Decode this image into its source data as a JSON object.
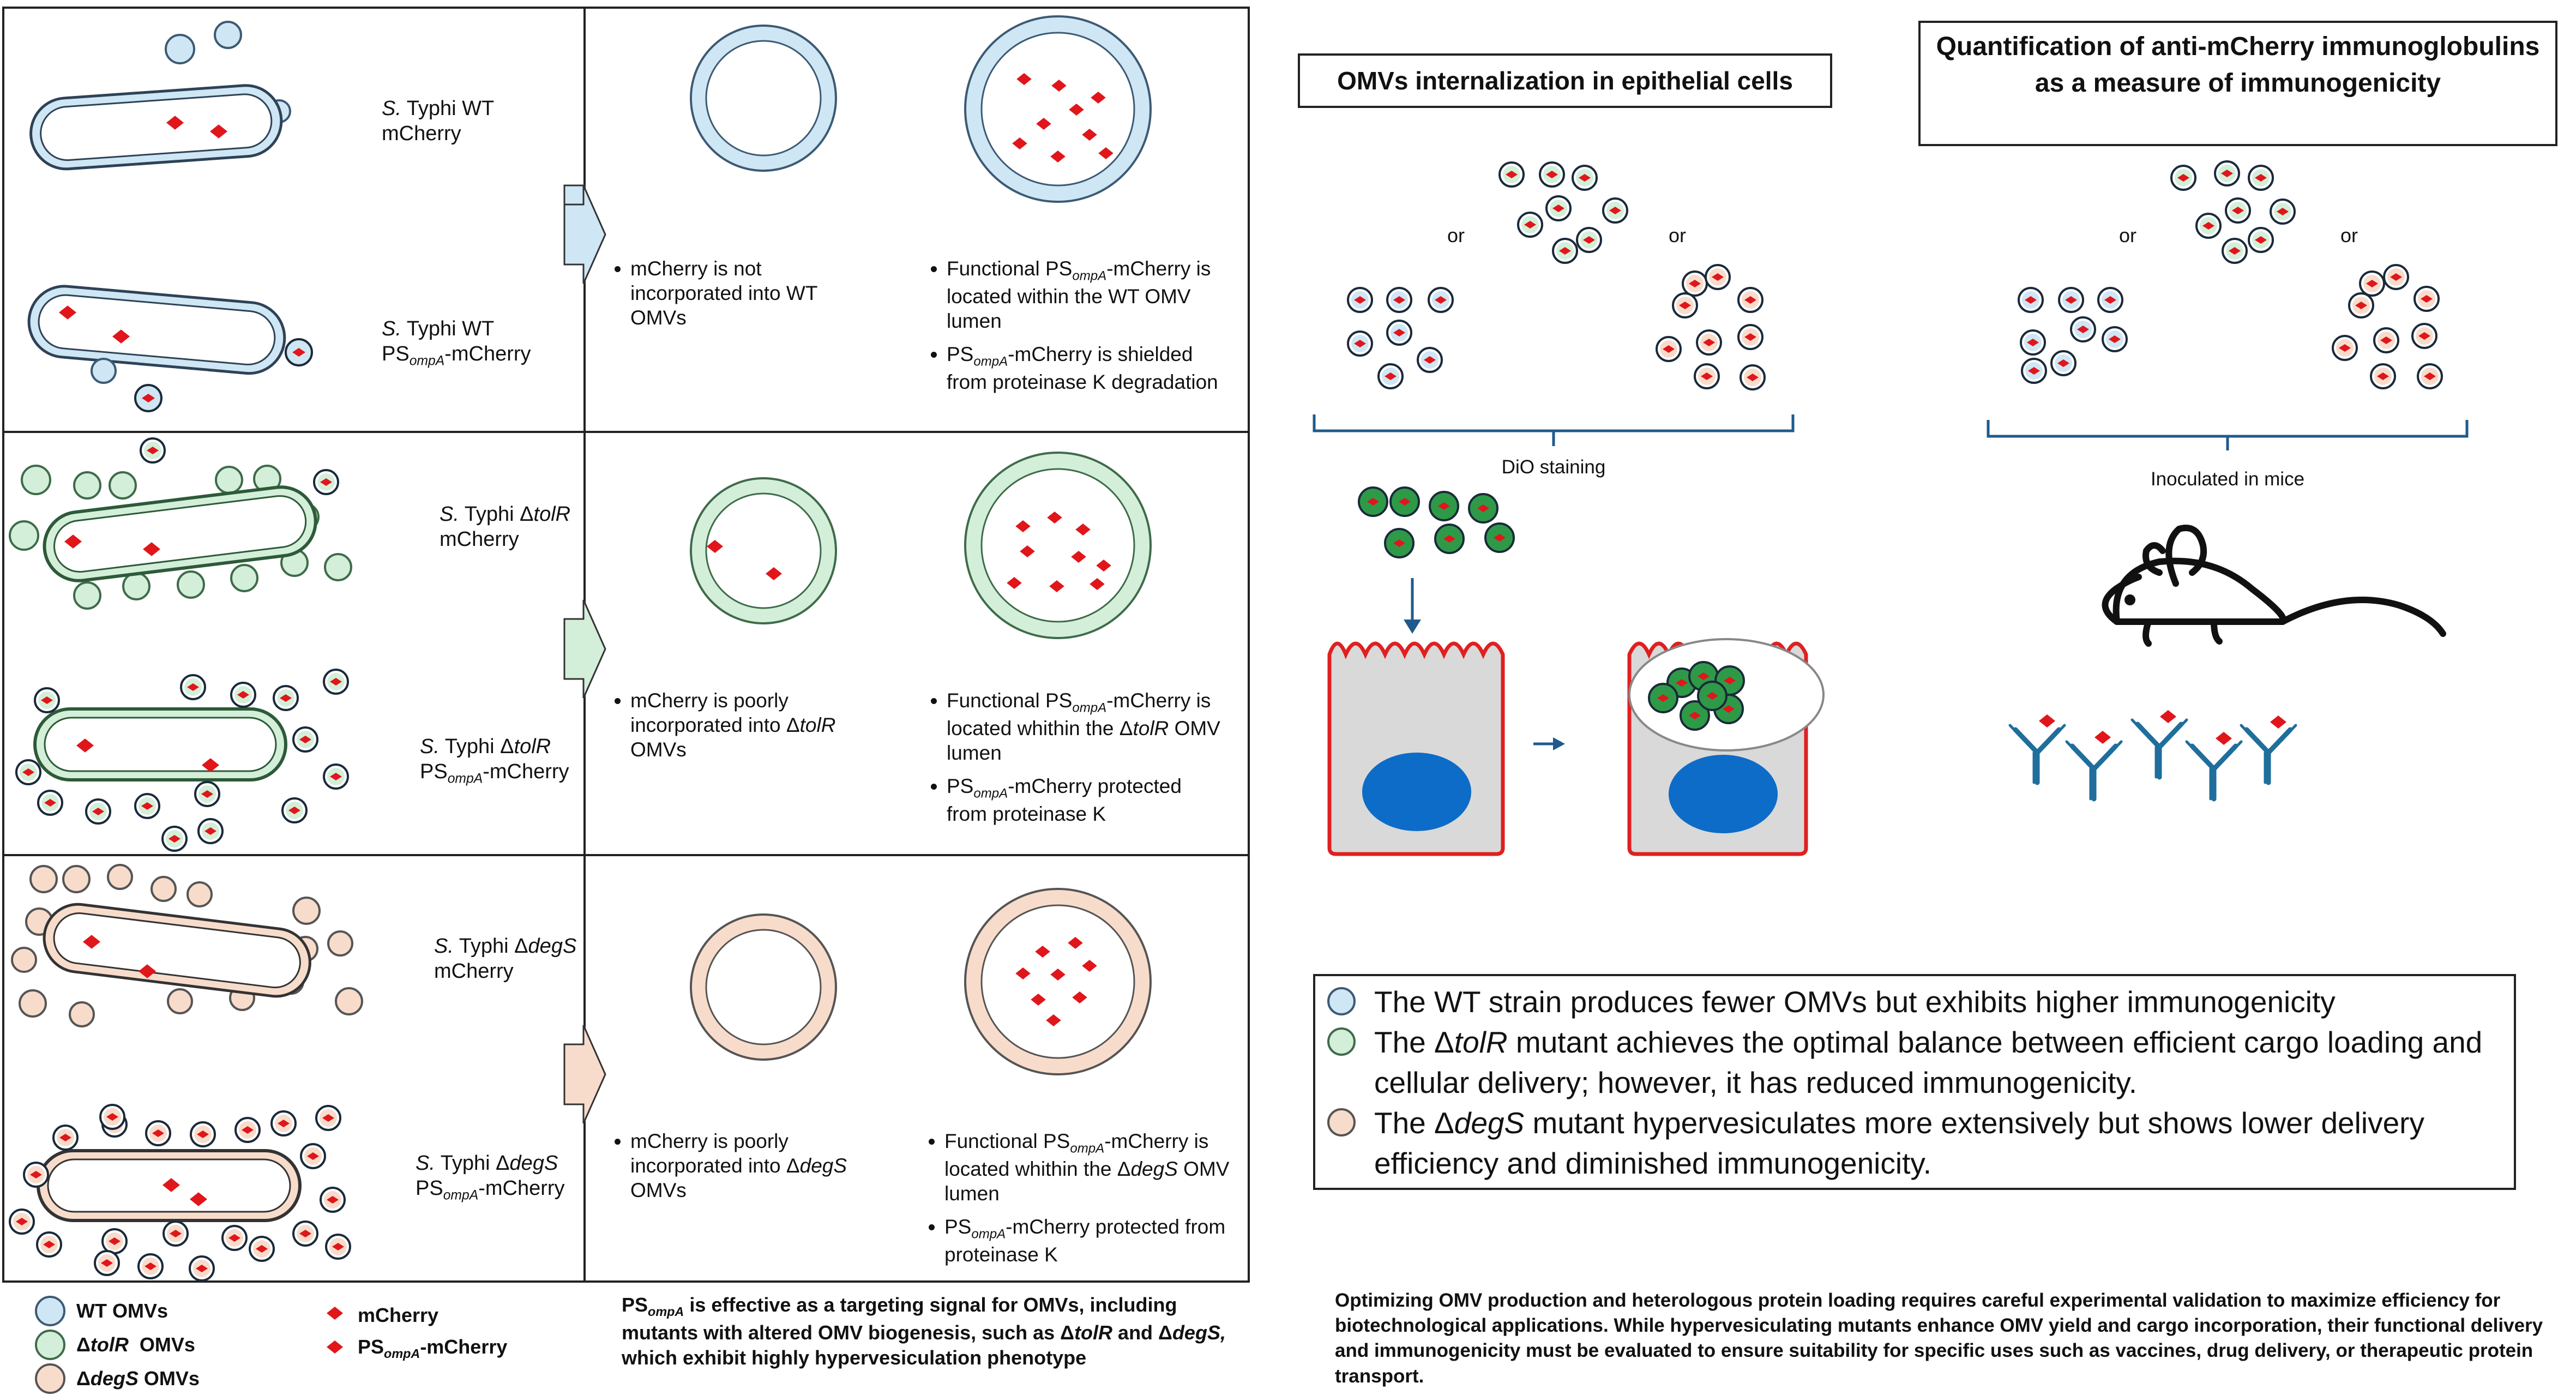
{
  "colors": {
    "wt_fill": "#cfe6f5",
    "wt_stroke": "#3d5a73",
    "tolr_fill": "#d4efd9",
    "tolr_stroke": "#3f6b4a",
    "degs_fill": "#f8dccb",
    "degs_stroke": "#555555",
    "mcherry": "#e0161b",
    "cell_border": "#e02020",
    "cell_fill": "#d9d9d9",
    "nucleus": "#0d6cc7",
    "dio_green": "#2e9a48",
    "antibody": "#1f6e9c"
  },
  "left_panel": {
    "rows": [
      {
        "strain_a": {
          "italic": "S.",
          "rest": " Typhi WT",
          "line2": "mCherry"
        },
        "strain_b": {
          "italic": "S.",
          "rest": " Typhi WT",
          "ps": "PS",
          "ps_sub": "ompA",
          "ps_rest": "-mCherry"
        },
        "bullet_left": "mCherry is not incorporated into WT OMVs",
        "bullets_right_1": {
          "pre": "Functional PS",
          "sub": "ompA",
          "post": "-mCherry is located within the WT OMV lumen"
        },
        "bullets_right_2": {
          "pre": "PS",
          "sub": "ompA",
          "post": "-mCherry is shielded from proteinase K degradation"
        }
      },
      {
        "strain_a": {
          "italic": "S.",
          "rest": " Typhi Δ",
          "mut": "tolR",
          "line2": "mCherry"
        },
        "strain_b": {
          "italic": "S.",
          "rest": " Typhi Δ",
          "mut": "tolR",
          "ps": "PS",
          "ps_sub": "ompA",
          "ps_rest": "-mCherry"
        },
        "bullet_left_pre": "mCherry is poorly incorporated into Δ",
        "bullet_left_mut": "tolR",
        "bullet_left_post": " OMVs",
        "bullets_right_1": {
          "pre": "Functional PS",
          "sub": "ompA",
          "post": "-mCherry is located whithin the Δ",
          "mut": "tolR",
          "end": " OMV lumen"
        },
        "bullets_right_2": {
          "pre": "PS",
          "sub": "ompA",
          "post": "-mCherry protected from proteinase K"
        }
      },
      {
        "strain_a": {
          "italic": "S.",
          "rest": " Typhi Δ",
          "mut": "degS",
          "line2": "mCherry"
        },
        "strain_b": {
          "italic": "S.",
          "rest": " Typhi Δ",
          "mut": "degS",
          "ps": "PS",
          "ps_sub": "ompA",
          "ps_rest": "-mCherry"
        },
        "bullet_left_pre": "mCherry is poorly incorporated into Δ",
        "bullet_left_mut": "degS",
        "bullet_left_post": " OMVs",
        "bullets_right_1": {
          "pre": "Functional PS",
          "sub": "ompA",
          "post": "-mCherry is located whithin the Δ",
          "mut": "degS",
          "end": " OMV lumen"
        },
        "bullets_right_2": {
          "pre": "PS",
          "sub": "ompA",
          "post": "-mCherry protected from proteinase K"
        }
      }
    ],
    "legend": {
      "wt": "WT OMVs",
      "tolr_pre": "Δ",
      "tolr_mut": "tolR",
      "tolr_post": "  OMVs",
      "degs_pre": "Δ",
      "degs_mut": "degS",
      "degs_post": " OMVs",
      "mcherry": "mCherry",
      "ps": "PS",
      "ps_sub": "ompA",
      "ps_post": "-mCherry"
    },
    "targeting_note": {
      "a": "PS",
      "sub": "ompA",
      "b": " is effective as a targeting signal for OMVs, including mutants with altered OMV biogenesis, such as Δ",
      "m1": "tolR",
      "c": " and Δ",
      "m2": "degS,",
      "d": " which exhibit highly hypervesiculation phenotype"
    }
  },
  "internalization": {
    "title": "OMVs internalization in epithelial cells",
    "or1": "or",
    "or2": "or",
    "bracket_label": "DiO staining"
  },
  "immunogenicity": {
    "title": "Quantification of anti-mCherry immunoglobulins as a measure of immunogenicity",
    "or1": "or",
    "or2": "or",
    "bracket_label": "Inoculated in mice"
  },
  "summary": [
    {
      "key": "wt",
      "text": "The WT strain produces fewer OMVs but exhibits higher immunogenicity"
    },
    {
      "key": "tolr",
      "pre": "The Δ",
      "mut": "tolR",
      "post": " mutant achieves the optimal balance between efficient cargo loading and cellular delivery; however, it has reduced immunogenicity."
    },
    {
      "key": "degs",
      "pre": "The Δ",
      "mut": "degS",
      "post": " mutant hypervesiculates more extensively but shows lower delivery efficiency and diminished immunogenicity."
    }
  ],
  "conclusion": "Optimizing OMV production and heterologous protein loading requires careful experimental validation to maximize efficiency for biotechnological applications. While hypervesiculating mutants enhance OMV yield and cargo incorporation, their functional delivery and immunogenicity must be evaluated to ensure suitability for specific uses such as vaccines, drug delivery, or therapeutic protein transport."
}
